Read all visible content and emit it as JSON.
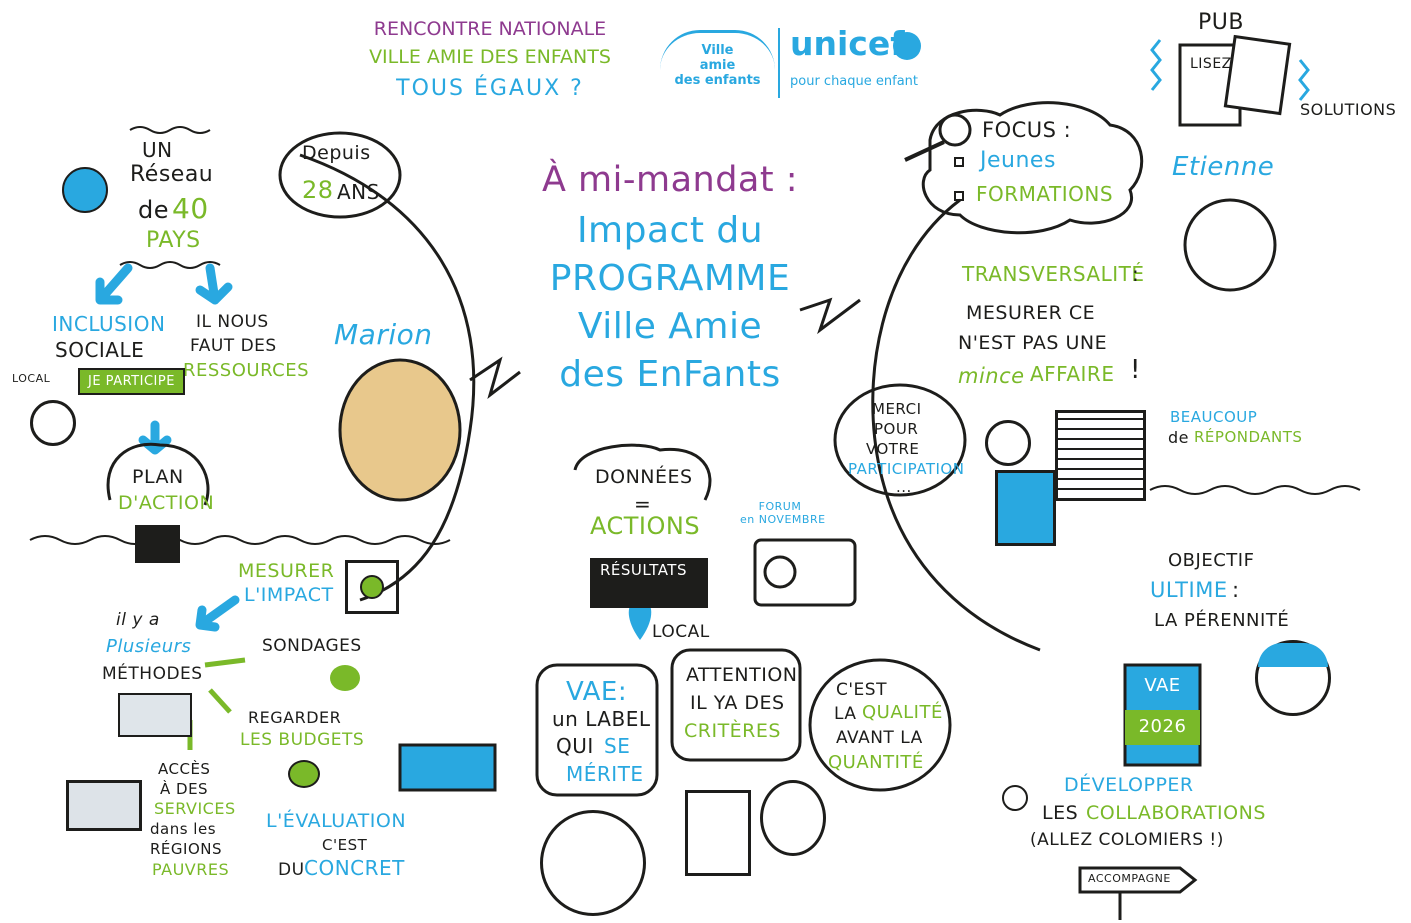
{
  "colors": {
    "blue": "#29a8e0",
    "green": "#7ab929",
    "purple": "#8e3a8f",
    "ink": "#1d1d1b"
  },
  "header": {
    "line1": "RENCONTRE NATIONALE",
    "line2": "VILLE AMIE DES ENFANTS",
    "line3": "TOUS ÉGAUX ?",
    "vade_logo": [
      "Ville",
      "amie",
      "des enfants"
    ],
    "unicef": "unicef",
    "unicef_tagline": "pour chaque enfant"
  },
  "center_title": {
    "line1": "À mi-mandat :",
    "line2": "Impact du",
    "line3": "PROGRAMME",
    "line4": "Ville Amie",
    "line5": "des EnFants"
  },
  "left": {
    "reseau": [
      "UN",
      "Réseau",
      "de",
      "40",
      "PAYS"
    ],
    "depuis": [
      "Depuis",
      "28",
      "ANS"
    ],
    "inclusion": [
      "INCLUSION",
      "SOCIALE"
    ],
    "ressources": [
      "IL NOUS",
      "FAUT DES",
      "RESSOURCES"
    ],
    "local_small": "LOCAL",
    "je_participe": "JE PARTICIPE",
    "plan": [
      "PLAN",
      "D'ACTION"
    ],
    "speaker": "Marion",
    "mesurer": [
      "MESURER",
      "L'IMPACT"
    ],
    "ilya": [
      "il y a",
      "Plusieurs",
      "MÉTHODES"
    ],
    "sondages": "SONDAGES",
    "budgets": [
      "REGARDER",
      "LES BUDGETS"
    ],
    "acces": [
      "ACCÈS",
      "À DES",
      "SERVICES",
      "dans les",
      "RÉGIONS",
      "PAUVRES"
    ],
    "evaluation": [
      "L'ÉVALUATION",
      "C'EST",
      "DU",
      "CONCRET"
    ]
  },
  "middle": {
    "donnees": [
      "DONNÉES",
      "=",
      "ACTIONS"
    ],
    "resultats": "RÉSULTATS",
    "local": "LOCAL",
    "forum": [
      "FORUM",
      "en NOVEMBRE"
    ],
    "vae": [
      "VAE:",
      "un LABEL",
      "QUI",
      "SE",
      "MÉRITE"
    ],
    "attention": [
      "ATTENTION",
      "IL YA DES",
      "CRITÈRES"
    ],
    "qualite": [
      "C'EST",
      "LA",
      "QUALITÉ",
      "AVANT LA",
      "QUANTITÉ"
    ]
  },
  "right": {
    "pub": "PUB",
    "lisez": "LISEZ",
    "solutions": "SOLUTIONS",
    "focus": [
      "FOCUS :",
      "Jeunes",
      "FORMATIONS"
    ],
    "speaker": "Etienne",
    "transversalite": [
      "TRANSVERSALITÉ",
      ":",
      "MESURER CE",
      "N'EST PAS UNE",
      "mince",
      "AFFAIRE",
      "!"
    ],
    "merci": [
      "MERCI",
      "POUR",
      "VOTRE",
      "PARTICIPATION",
      "..."
    ],
    "repondants": [
      "BEAUCOUP",
      "de",
      "RÉPONDANTS"
    ],
    "objectif": [
      "OBJECTIF",
      "ULTIME",
      ":",
      "LA PÉRENNITÉ"
    ],
    "vae_badge": [
      "VAE",
      "2026"
    ],
    "developper": [
      "DÉVELOPPER",
      "LES",
      "COLLABORATIONS",
      "(ALLEZ COLOMIERS !)"
    ],
    "accompagne": "ACCOMPAGNE"
  }
}
